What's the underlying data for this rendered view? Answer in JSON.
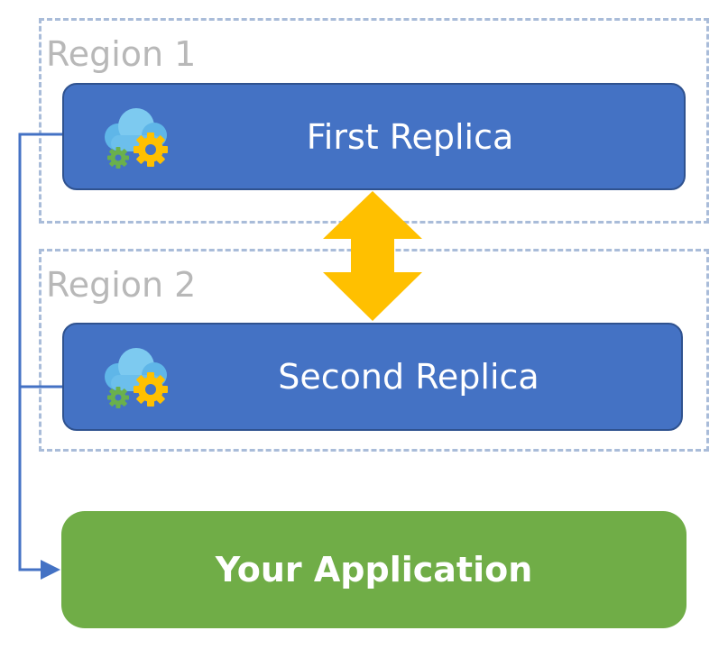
{
  "regions": [
    {
      "label": "Region 1"
    },
    {
      "label": "Region 2"
    }
  ],
  "replicas": [
    {
      "label": "First Replica",
      "icon": "cloud-gear-icon"
    },
    {
      "label": "Second Replica",
      "icon": "cloud-gear-icon"
    }
  ],
  "application": {
    "label": "Your Application"
  },
  "colors": {
    "replica_fill": "#4472c4",
    "application_fill": "#70ad47",
    "sync_arrow": "#ffc000",
    "connector": "#4472c4",
    "region_border": "#a9bcd9",
    "region_label": "#b8b8b8"
  }
}
